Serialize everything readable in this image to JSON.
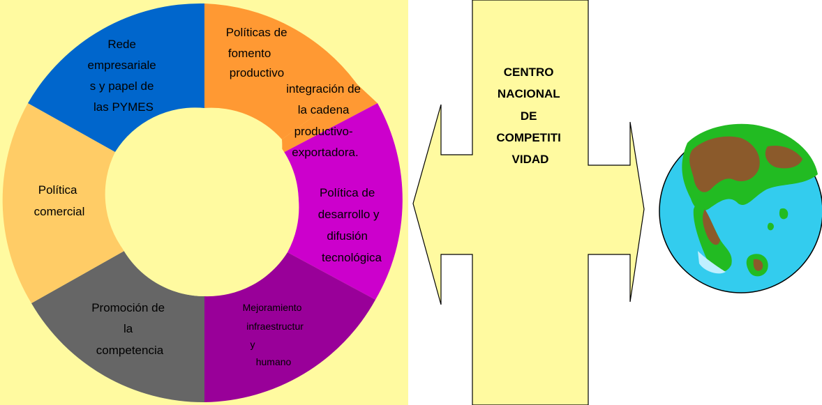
{
  "colors": {
    "background": "#fffaa0",
    "outline": "#000000",
    "globe_ocean": "#33ccee",
    "globe_land": "#8b5a2b",
    "globe_vegetation": "#22bb22"
  },
  "segments": [
    {
      "key": "policies",
      "color": "#ff9933",
      "lines": [
        "Políticas de",
        "fomento",
        "productivo"
      ]
    },
    {
      "key": "integration",
      "color": "#ff9933",
      "lines": [
        "integración de",
        "la cadena",
        "productivo-",
        "exportadora."
      ]
    },
    {
      "key": "tech",
      "color": "#cc00cc",
      "lines": [
        "Política de",
        "desarrollo y",
        "difusión",
        "tecnológica"
      ]
    },
    {
      "key": "infra",
      "color": "#990099",
      "lines": [
        "Mejoramiento",
        "infraestructur",
        "y",
        "humano"
      ]
    },
    {
      "key": "competition",
      "color": "#666666",
      "lines": [
        "Promoción de",
        "la",
        "competencia"
      ]
    },
    {
      "key": "commercial",
      "color": "#ffcc66",
      "lines": [
        "Política",
        "comercial"
      ]
    },
    {
      "key": "networks",
      "color": "#0066cc",
      "lines": [
        "Rede",
        "empresariale",
        "s y papel de",
        "las PYMES"
      ]
    }
  ],
  "center": {
    "lines": [
      "CENTRO",
      "NACIONAL",
      "DE",
      "COMPETITI",
      "VIDAD"
    ]
  },
  "globe": {
    "icon": "globe-icon"
  }
}
